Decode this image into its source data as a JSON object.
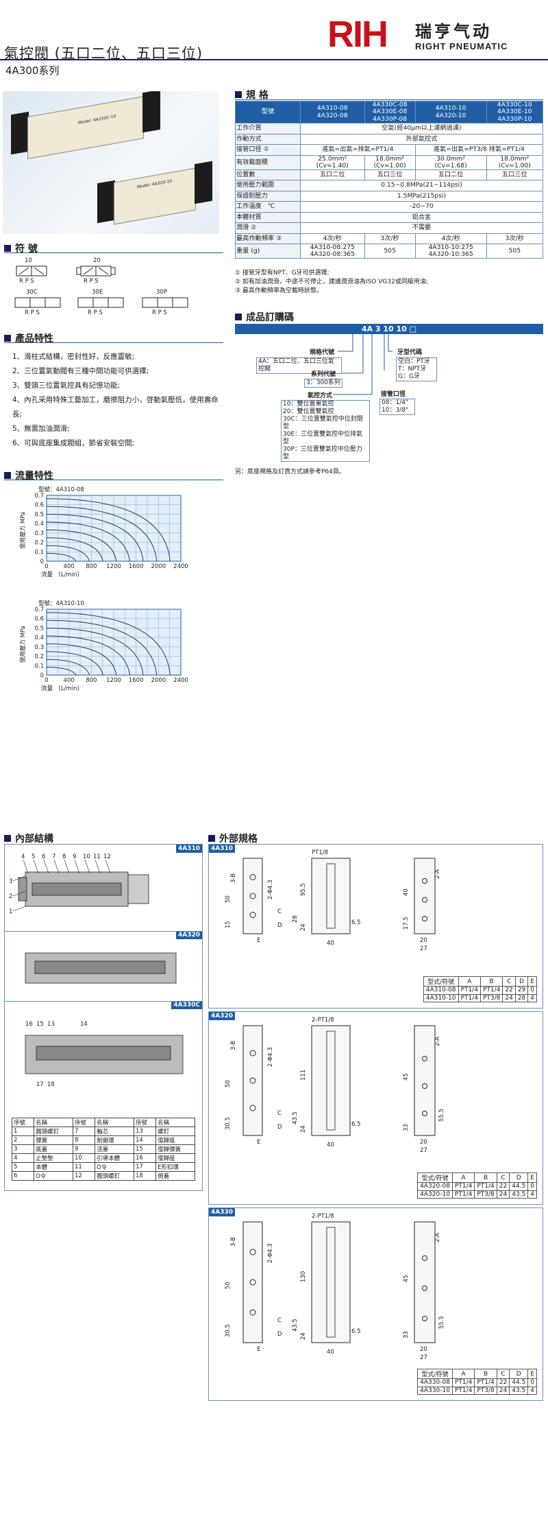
{
  "header": {
    "title": "氣控閥 (五口二位、五口三位)",
    "subtitle": "4A300系列",
    "logo_mark": "RIH",
    "logo_cn": "瑞亨气动",
    "logo_en": "RIGHT PNEUMATIC"
  },
  "sections": {
    "spec": "規 格",
    "symbol": "符 號",
    "features": "產品特性",
    "flow": "流量特性",
    "order": "成品訂購碼",
    "internal": "內部結構",
    "external": "外部規格"
  },
  "spec_table": {
    "header": [
      "型號",
      "4A310-08\n4A320-08",
      "4A330C-08\n4A330E-08\n4A330P-08",
      "4A310-10\n4A320-10",
      "4A330C-10\n4A330E-10\n4A330P-10"
    ],
    "rows": [
      {
        "label": "工作介質",
        "span": "空氣(經40μm以上濾網過濾)"
      },
      {
        "label": "作動方式",
        "span": "外部氣控式"
      },
      {
        "label": "接管口徑 ①",
        "a": "進氣=出氣=排氣=PT1/4",
        "b": "進氣=出氣=PT3/8 排氣=PT1/4"
      },
      {
        "label": "有效截面積",
        "c": [
          "25.0mm²\n(Cv=1.40)",
          "18.0mm²\n(Cv=1.00)",
          "30.0mm²\n(Cv=1.68)",
          "18.0mm²\n(Cv=1.00)"
        ]
      },
      {
        "label": "位置數",
        "c": [
          "五口二位",
          "五口三位",
          "五口二位",
          "五口三位"
        ]
      },
      {
        "label": "使用壓力範圍",
        "span": "0.15~0.8MPa(21~114psi)"
      },
      {
        "label": "保證耐壓力",
        "span": "1.5MPa(215psi)"
      },
      {
        "label": "工作溫度　℃",
        "span": "-20~70"
      },
      {
        "label": "本體材質",
        "span": "鋁合金"
      },
      {
        "label": "潤滑 ②",
        "span": "不需要"
      },
      {
        "label": "最高作動頻率 ③",
        "c": [
          "4次/秒",
          "3次/秒",
          "4次/秒",
          "3次/秒"
        ]
      },
      {
        "label": "重量 (g)",
        "c": [
          "4A310-08:275\n4A320-08:365",
          "505",
          "4A310-10:275\n4A320-10:365",
          "505"
        ]
      }
    ],
    "notes": [
      "① 接管牙型有NPT、G牙可供選擇;",
      "② 如有加油潤滑，中途不可停止，建議潤滑油為ISO VG32或同級用油;",
      "③ 最高作動頻率為空載時狀態。"
    ]
  },
  "product_labels": [
    "Model: 4A330C-10",
    "Model: 4A320-10"
  ],
  "symbols": [
    "10",
    "20",
    "30C",
    "30E",
    "30P"
  ],
  "features": [
    "1、滑柱式結構，密封性好，反應靈敏;",
    "2、三位置氣動閥有三種中間功能可供選擇;",
    "3、雙頭三位置氣控具有記憶功能;",
    "4、內孔采用特殊工藝加工，磨擦阻力小，啓動氣壓低，使用壽命長;",
    "5、無需加油潤滑;",
    "6、可與底座集成閥組，節省安裝空間;"
  ],
  "flow_charts": [
    {
      "model": "型號：4A310-08",
      "ylabel": "使用壓力 MPa",
      "xlabel": "流量　(L/min)",
      "y_ticks": [
        "0.7",
        "0.6",
        "0.5",
        "0.4",
        "0.3",
        "0.2",
        "0.1",
        "0"
      ],
      "x_ticks": [
        "0",
        "400",
        "800",
        "1200",
        "1600",
        "2000",
        "2400"
      ]
    },
    {
      "model": "型號：4A310-10",
      "ylabel": "使用壓力 MPa",
      "xlabel": "流量　(L/min)",
      "y_ticks": [
        "0.7",
        "0.6",
        "0.5",
        "0.4",
        "0.3",
        "0.2",
        "0.1",
        "0"
      ],
      "x_ticks": [
        "0",
        "400",
        "800",
        "1200",
        "1600",
        "2000",
        "2400"
      ]
    }
  ],
  "order_code": {
    "code": "4A 3 10 10 □",
    "labels": {
      "spec": "規格代號",
      "series": "系列代號",
      "ctrl": "氣控方式",
      "thread": "牙型代碼",
      "port": "接管口徑"
    },
    "spec_items": [
      "4A：五口二位、五口三位氣控閥"
    ],
    "series_items": [
      "3：300系列"
    ],
    "ctrl_items": [
      "10：雙位置單氣控",
      "20：雙位置雙氣控",
      "30C：三位置雙氣控中位封閉型",
      "30E：三位置雙氣控中位排氣型",
      "30P：三位置雙氣控中位壓力型"
    ],
    "thread_items": [
      "空白：PT牙",
      "T：NPT牙",
      "G：G牙"
    ],
    "port_items": [
      "08：1/4\"",
      "10：3/8\""
    ],
    "note": "另：底座規格及訂貨方式請參考P64頁。"
  },
  "internal": {
    "tags": [
      "4A310",
      "4A320",
      "4A330C"
    ],
    "callouts_top": [
      "4",
      "5",
      "6",
      "7",
      "8",
      "9",
      "10",
      "11",
      "12"
    ],
    "callouts_left": [
      "3",
      "2",
      "1"
    ],
    "callouts_c": [
      "16",
      "15",
      "13",
      "14",
      "17",
      "18"
    ],
    "parts_header": [
      "序號",
      "名稱",
      "序號",
      "名稱",
      "序號",
      "名稱"
    ],
    "parts": [
      [
        "1",
        "圓頭螺釘",
        "7",
        "軸芯",
        "13",
        "螺釘"
      ],
      [
        "2",
        "彈簧",
        "8",
        "耐磨環",
        "14",
        "復歸座"
      ],
      [
        "3",
        "底蓋",
        "9",
        "活塞",
        "15",
        "復歸彈簧"
      ],
      [
        "4",
        "止墊墊",
        "10",
        "引導本體",
        "16",
        "復歸座"
      ],
      [
        "5",
        "本體",
        "11",
        "O令",
        "17",
        "E形扣環"
      ],
      [
        "6",
        "O令",
        "12",
        "圓頭螺釘",
        "18",
        "側蓋"
      ]
    ]
  },
  "external": {
    "panels": [
      {
        "tag": "4A310",
        "pt": "PT1/8",
        "dims": {
          "b": "3-B",
          "a": "2-A",
          "phi": "2-Φ4.3",
          "h1": "95.5",
          "h2": "50",
          "h3": "40",
          "w": "40",
          "d1": "6.5",
          "c": "C",
          "d": "D",
          "e": "E",
          "f1": "15",
          "f2": "17.5",
          "f3": "24",
          "f4": "28",
          "w2": "20",
          "w3": "27"
        },
        "table": [
          [
            "型式/符號",
            "A",
            "B",
            "C",
            "D",
            "E"
          ],
          [
            "4A310-08",
            "PT1/4",
            "PT1/4",
            "22",
            "29",
            "0"
          ],
          [
            "4A310-10",
            "PT1/4",
            "PT3/8",
            "24",
            "28",
            "4"
          ]
        ]
      },
      {
        "tag": "4A320",
        "pt": "2-PT1/8",
        "dims": {
          "b": "3-B",
          "a": "2-A",
          "phi": "2-Φ4.3",
          "h1": "111",
          "h2": "50",
          "h3": "45",
          "w": "40",
          "d1": "6.5",
          "c": "C",
          "d": "D",
          "e": "E",
          "f1": "30.5",
          "f2": "33",
          "f3": "24",
          "f4": "43.5",
          "f5": "55.5",
          "w2": "20",
          "w3": "27"
        },
        "table": [
          [
            "型式/符號",
            "A",
            "B",
            "C",
            "D",
            "E"
          ],
          [
            "4A320-08",
            "PT1/4",
            "PT1/4",
            "22",
            "44.5",
            "0"
          ],
          [
            "4A320-10",
            "PT1/4",
            "PT3/8",
            "24",
            "43.5",
            "4"
          ]
        ]
      },
      {
        "tag": "4A330",
        "pt": "2-PT1/8",
        "dims": {
          "b": "3-B",
          "a": "2-A",
          "phi": "2-Φ4.3",
          "h1": "130",
          "h2": "50",
          "h3": "45",
          "w": "40",
          "d1": "6.5",
          "c": "C",
          "d": "D",
          "e": "E",
          "f1": "30.5",
          "f2": "33",
          "f3": "24",
          "f4": "43.5",
          "f5": "55.5",
          "w2": "20",
          "w3": "27"
        },
        "table": [
          [
            "型式/符號",
            "A",
            "B",
            "C",
            "D",
            "E"
          ],
          [
            "4A330-08",
            "PT1/4",
            "PT1/4",
            "22",
            "44.5",
            "0"
          ],
          [
            "4A330-10",
            "PT1/4",
            "PT3/8",
            "24",
            "43.5",
            "4"
          ]
        ]
      }
    ]
  }
}
